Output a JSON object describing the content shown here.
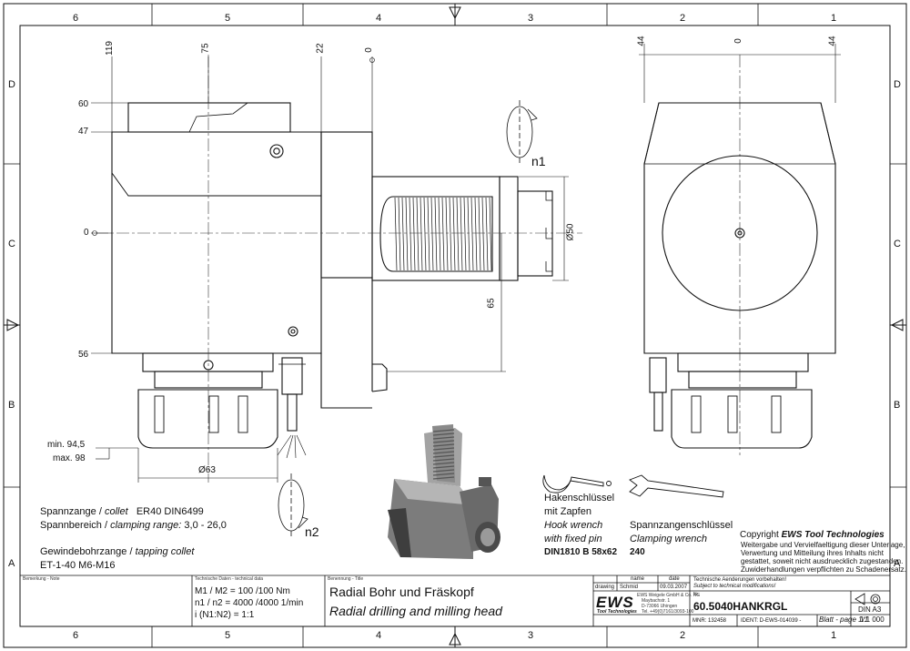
{
  "border": {
    "columns": [
      "6",
      "5",
      "4",
      "3",
      "2",
      "1"
    ],
    "rows": [
      "D",
      "C",
      "B",
      "A"
    ]
  },
  "dims": {
    "top": [
      "119",
      "75",
      "22",
      "0"
    ],
    "right_top": [
      "44",
      "0",
      "44"
    ],
    "left": [
      "60",
      "47",
      "0",
      "56"
    ],
    "v65": "65",
    "d50": "Ø50",
    "d63": "Ø63",
    "min": "min. 94,5",
    "max": "max. 98"
  },
  "rotation": {
    "n1": "n1",
    "n2": "n2"
  },
  "specs": {
    "spannzange_de": "Spannzange /",
    "spannzange_en": "collet",
    "spannzange_val": "ER40   DIN6499",
    "spannbereich_de": "Spannbereich /",
    "spannbereich_en": "clamping range:",
    "spannbereich_val": "3,0 - 26,0",
    "gewinde_de": "Gewindebohrzange /",
    "gewinde_en": "tapping collet",
    "gewinde_val": "ET-1-40   M6-M16"
  },
  "hook": {
    "l1": "Hakenschlüssel",
    "l2": "mit Zapfen",
    "l3": "Hook wrench",
    "l4": "with fixed pin",
    "l5": "DIN1810 B 58x62"
  },
  "clamp": {
    "l1": "Spannzangenschlüssel",
    "l2": "Clamping wrench",
    "l3": "240"
  },
  "copyright": {
    "prefix": "Copyright",
    "brand": "EWS Tool Technologies",
    "l1": "Weitergabe und Vervielfaeltigung dieser Unterlage,",
    "l2": "Verwertung und Mitteilung ihres Inhalts nicht",
    "l3": "gestattet, soweit nicht ausdruecklich zugestanden.",
    "l4": "Zuwiderhandlungen verpflichten zu Schadenersatz."
  },
  "titleblock": {
    "bemerkung": "Bemerkung - Note",
    "techdaten": "Technische Daten - technical data",
    "m_line": "M1 / M2 = 100 /100 Nm",
    "n_line": "n1 / n2 = 4000 /4000  1/min",
    "i_line": "i  (N1:N2) = 1:1",
    "benennung": "Benennung - Title",
    "title_de": "Radial Bohr und Fräskopf",
    "title_en": "Radial drilling and milling head",
    "name_hdr": "name",
    "date_hdr": "date",
    "drawing_lbl": "drawing",
    "drawing_name": "Schmid",
    "drawing_date": "09.03.2007",
    "company_small": "EWS Weigele GmbH & Co. KG",
    "street": "Maybachstr. 1",
    "city": "D-73066 Uhingen",
    "tel": "Tel. +49(0)7161/3093-100",
    "logo": "EWS",
    "logo_sub": "Tool Technologies",
    "change1": "Technische Aenderungen vorbehalten!",
    "change2": "Subject to technical modifications!",
    "nr_lbl": "Nr.",
    "part_no": "60.5040HANKRGL",
    "mnr": "MNR: 132458",
    "ident": "IDENT: D-EWS-014039 -",
    "blatt": "Blatt - page 1/1",
    "scale": "1:1 000",
    "din": "DIN A3"
  }
}
